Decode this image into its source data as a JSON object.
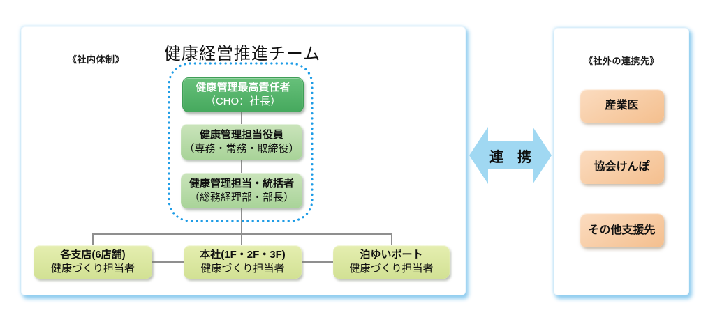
{
  "colors": {
    "dot-border": "#1e9ce6",
    "box-green-top": "#67c07a",
    "box-green-bottom": "#46a95e",
    "box-lightgreen-top": "#cae4bb",
    "box-lightgreen-bottom": "#a8d398",
    "box-yellowgreen-top": "#e5eeb0",
    "box-yellowgreen-bottom": "#d2e194",
    "box-orange-top": "#fbdcc0",
    "box-orange-bottom": "#f4bf8e",
    "arrow-blue": "#a0d8f2",
    "connector-gray": "#8f8f8f",
    "panel-glow": "#89c9ee"
  },
  "internal_panel": {
    "section_label": "《社内体制》",
    "title": "健康経営推進チーム",
    "team_boxes": [
      {
        "line1": "健康管理最高責任者",
        "line2": "（CHO：社長）"
      },
      {
        "line1": "健康管理担当役員",
        "line2": "（専務・常務・取締役）"
      },
      {
        "line1": "健康管理担当・統括者",
        "line2": "（総務経理部・部長）"
      }
    ],
    "site_boxes": [
      {
        "line1": "各支店(6店舗)",
        "line2": "健康づくり担当者"
      },
      {
        "line1": "本社(1F・2F・3F)",
        "line2": "健康づくり担当者"
      },
      {
        "line1": "泊ゆいポート",
        "line2": "健康づくり担当者"
      }
    ]
  },
  "link_arrow": {
    "label": "連　携"
  },
  "external_panel": {
    "section_label": "《社外の連携先》",
    "partner_boxes": [
      "産業医",
      "協会けんぽ",
      "その他支援先"
    ]
  }
}
